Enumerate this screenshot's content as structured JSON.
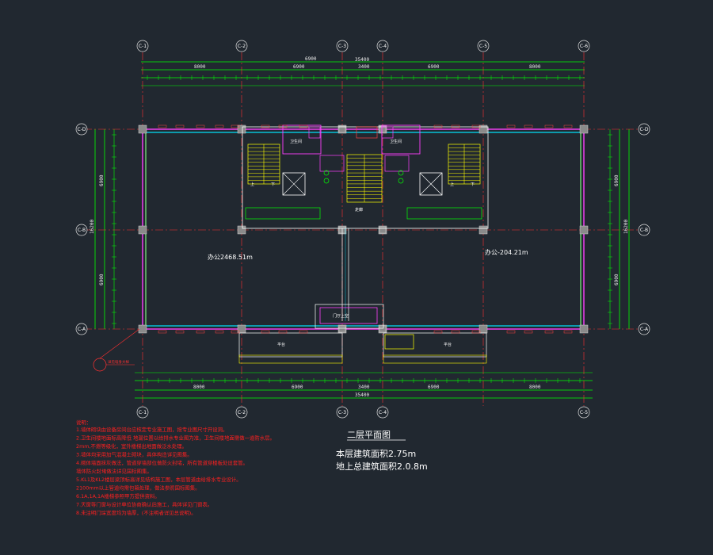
{
  "drawing": {
    "title": "二层平面图",
    "floor_area_line": "本层建筑面积2.75m",
    "total_area_line": "地上总建筑面积2.0.8m",
    "left_office_area": "办公2468.51m",
    "right_office_area": "办公-204.21m"
  },
  "axes": {
    "top": [
      "C-1",
      "C-2",
      "C-3",
      "C-4",
      "C-5",
      "C-6"
    ],
    "bottom": [
      "C-1",
      "C-2",
      "C-3",
      "C-4",
      "C-5"
    ],
    "left": [
      "C-D",
      "C-B",
      "C-A"
    ],
    "right": [
      "C-D",
      "C-B",
      "C-A"
    ]
  },
  "top_dims": {
    "total": "35400",
    "segments": [
      "8000",
      "6900",
      "3400",
      "6900",
      "8000"
    ]
  },
  "bottom_dims": {
    "total": "35400",
    "segments": [
      "8000",
      "6900",
      "3400",
      "6900",
      "8000"
    ]
  },
  "side_dims": {
    "total": "16200",
    "segments": [
      "6900",
      "6900"
    ]
  },
  "rooms": {
    "stair_left": "上",
    "stair_left_down": "下",
    "stair_right": "上",
    "stair_right_down": "下",
    "toilet_left": "卫生间",
    "toilet_right": "卫生间",
    "corridor": "走廊",
    "lobby": "门厅上空",
    "balcony_left": "平台",
    "balcony_right": "平台"
  },
  "notes": {
    "heading": "说明：",
    "lines": [
      "1.墙体砌块由设备房间台应核定专业施工图，按专业图尺寸开设洞。",
      "2.卫生间楼地面标高降低 地漏位置以给排水专业图为准，卫生间楼地面需做一道防水层。",
      "2mm,不燃等级化，室外楼梯出地面做泛水处理。",
      "3.墙体均采用加气混凝土砌块，具体构造详见图集。",
      "4.砌体墙面抹灰做法，管道穿墙部位做防火封堵，所有管道穿楼板处设套管。",
      "墙体防火封堵做法详见国标图集。",
      "5.KL1及KL2楼层梁顶标高详见结构施工图，本层管道由给排水专业设计。",
      "2100mm以上管道均需包箱处理，做法参照国标图集。",
      "6.1A,1A,1A楼梯参照甲方提供资料。",
      "7.天窗等门窗与设计单位协商确认后施工，具体详见门窗表。",
      "8.未注明门垛宽度均为墙厚，(不注明者详见总说明)。"
    ]
  },
  "annotation": "详见墙身大样"
}
